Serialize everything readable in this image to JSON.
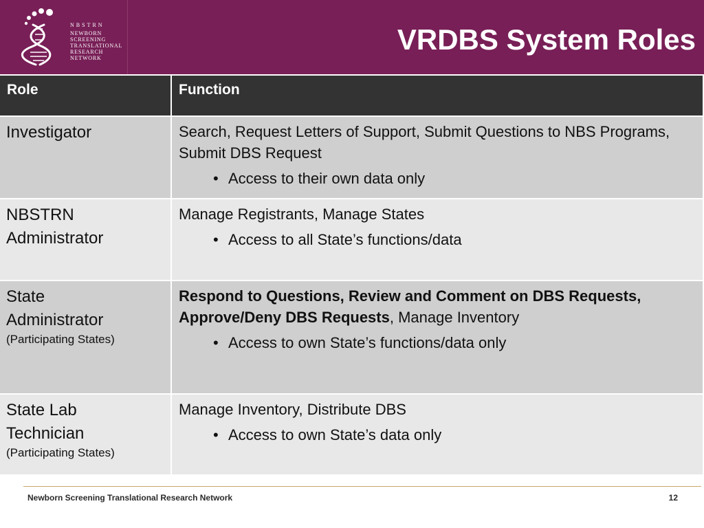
{
  "header": {
    "title": "VRDBS System Roles",
    "brand_color": "#781f57",
    "logo": {
      "icon": "dna-helix-icon",
      "lines": [
        "NBSTRN",
        "NEWBORN",
        "SCREENING",
        "TRANSLATIONAL",
        "RESEARCH",
        "NETWORK"
      ]
    }
  },
  "table": {
    "headers": {
      "role": "Role",
      "function": "Function"
    },
    "rows": [
      {
        "role": "Investigator",
        "role_note": "",
        "function_bold": "",
        "function_text": "Search, Request Letters of Support, Submit Questions to NBS Programs, Submit DBS Request",
        "bullet": "Access to their own data only"
      },
      {
        "role": "NBSTRN Administrator",
        "role_note": "",
        "function_bold": "",
        "function_text": "Manage Registrants, Manage States",
        "bullet": "Access to all State’s functions/data"
      },
      {
        "role": "State Administrator",
        "role_note": "(Participating States)",
        "function_bold": "Respond to Questions, Review and Comment on DBS Requests, Approve/Deny DBS Requests",
        "function_text": ", Manage Inventory",
        "bullet": "Access to own State’s functions/data only"
      },
      {
        "role": "State Lab Technician",
        "role_note": "(Participating States)",
        "function_bold": "",
        "function_text": "Manage Inventory, Distribute DBS",
        "bullet": "Access to own State’s data only"
      }
    ]
  },
  "footer": {
    "org": "Newborn Screening Translational Research Network",
    "page": "12"
  }
}
